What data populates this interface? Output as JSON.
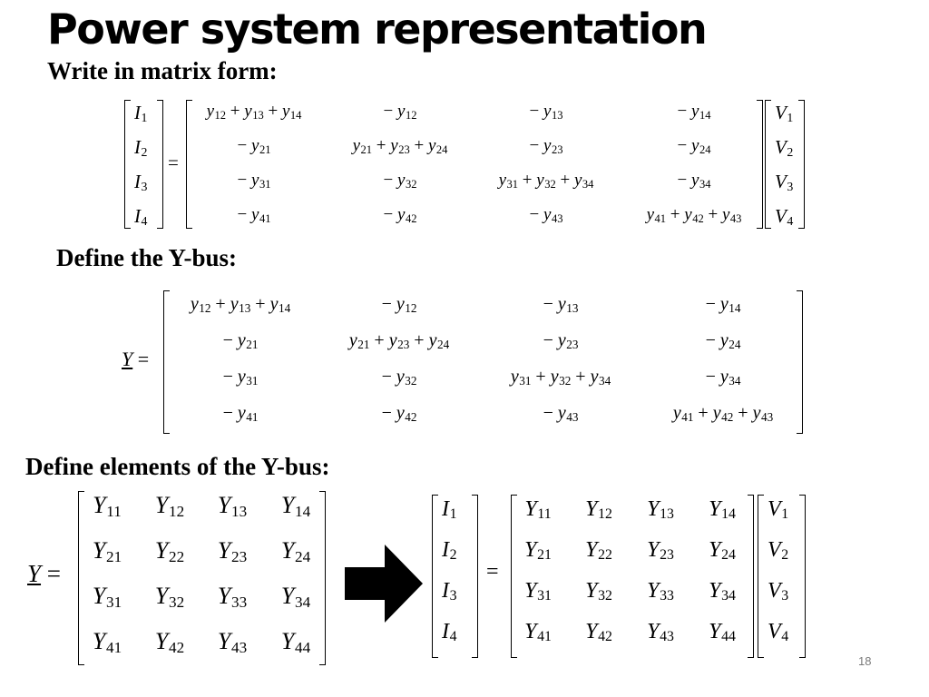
{
  "slide": {
    "title": "Power system representation",
    "label_matrix_form": "Write in matrix form:",
    "label_ybus": "Define the Y-bus:",
    "label_elements": "Define elements of the Y-bus:",
    "page_number": "18",
    "equals": "=",
    "ybus_symbol": "Y",
    "current_vector": [
      {
        "base": "I",
        "sub": "1"
      },
      {
        "base": "I",
        "sub": "2"
      },
      {
        "base": "I",
        "sub": "3"
      },
      {
        "base": "I",
        "sub": "4"
      }
    ],
    "voltage_vector": [
      {
        "base": "V",
        "sub": "1"
      },
      {
        "base": "V",
        "sub": "2"
      },
      {
        "base": "V",
        "sub": "3"
      },
      {
        "base": "V",
        "sub": "4"
      }
    ],
    "admittance_matrix": [
      [
        "y12 + y13 + y14",
        "− y12",
        "− y13",
        "− y14"
      ],
      [
        "− y21",
        "y21 + y23 + y24",
        "− y23",
        "− y24"
      ],
      [
        "− y31",
        "− y32",
        "y31 + y32 + y34",
        "− y34"
      ],
      [
        "− y41",
        "− y42",
        "− y43",
        "y41 + y42 + y43"
      ]
    ],
    "element_matrix": [
      [
        "Y11",
        "Y12",
        "Y13",
        "Y14"
      ],
      [
        "Y21",
        "Y22",
        "Y23",
        "Y24"
      ],
      [
        "Y31",
        "Y32",
        "Y33",
        "Y34"
      ],
      [
        "Y41",
        "Y42",
        "Y43",
        "Y44"
      ]
    ]
  }
}
